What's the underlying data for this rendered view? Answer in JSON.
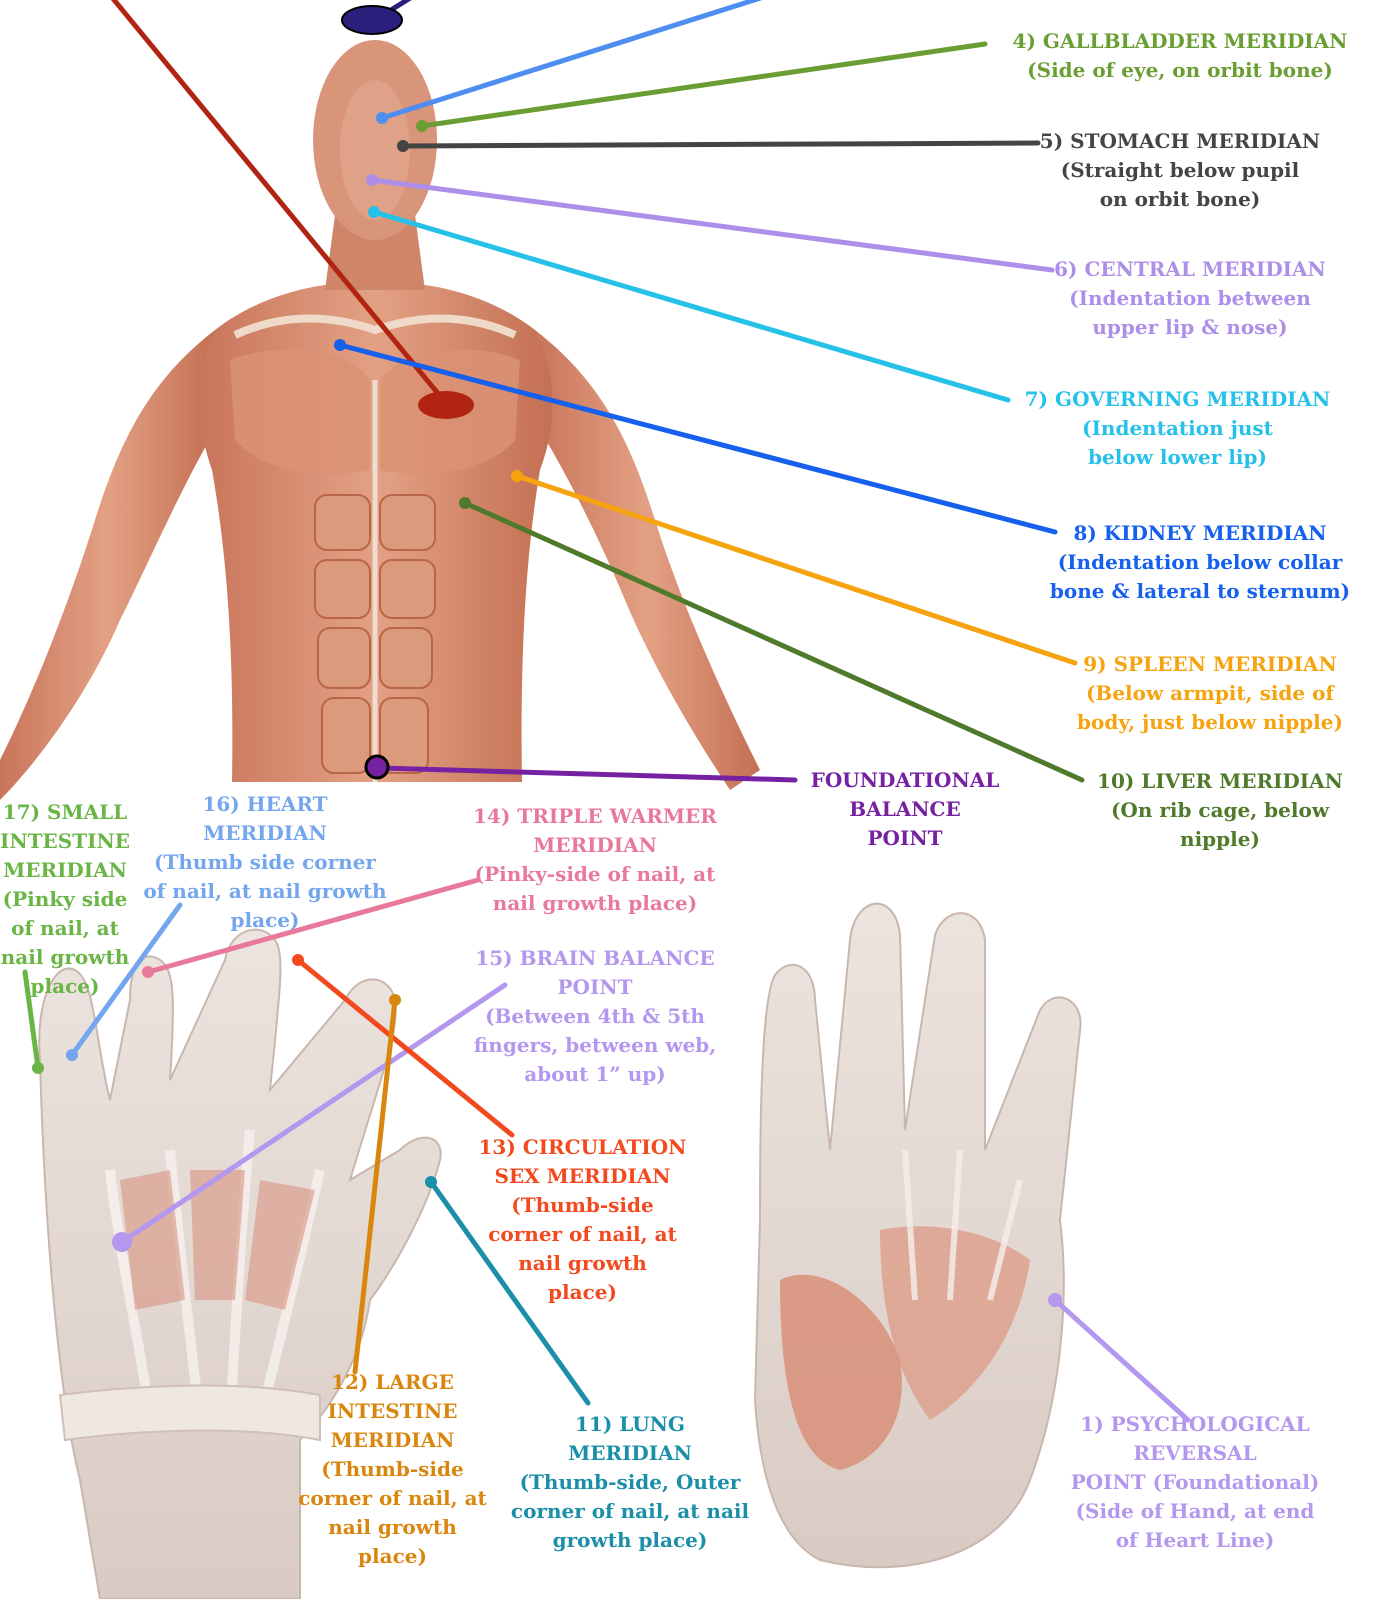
{
  "colors": {
    "skin": "#e9c9b4",
    "muscle": "#d98e6e",
    "muscle_dark": "#b8664a",
    "hand_skin": "#e6dcd6",
    "hand_muscle": "#d89a88"
  },
  "annotations": [
    {
      "id": "top-crown",
      "color": "#2a1f7a",
      "lines": []
    },
    {
      "id": "top-red",
      "color": "#b22412",
      "lines": []
    },
    {
      "id": "top-blue",
      "color": "#4d8ef0",
      "lines": []
    },
    {
      "id": "gallbladder",
      "color": "#6a9e33",
      "lines": [
        "4) GALLBLADDER MERIDIAN",
        "(Side of eye, on orbit bone)"
      ]
    },
    {
      "id": "stomach",
      "color": "#444444",
      "lines": [
        "5) STOMACH MERIDIAN",
        "(Straight below pupil",
        "on orbit bone)"
      ]
    },
    {
      "id": "central",
      "color": "#ad8fe9",
      "lines": [
        "6) CENTRAL MERIDIAN",
        "(Indentation between",
        "upper lip & nose)"
      ]
    },
    {
      "id": "governing",
      "color": "#25c1e8",
      "lines": [
        "7) GOVERNING MERIDIAN",
        "(Indentation just",
        "below lower lip)"
      ]
    },
    {
      "id": "kidney",
      "color": "#1560ec",
      "lines": [
        "8) KIDNEY MERIDIAN",
        "(Indentation below collar",
        "bone & lateral to sternum)"
      ]
    },
    {
      "id": "spleen",
      "color": "#f6a310",
      "lines": [
        "9) SPLEEN MERIDIAN",
        "(Below armpit, side of",
        "body, just below nipple)"
      ]
    },
    {
      "id": "liver",
      "color": "#4f7a2b",
      "lines": [
        "10) LIVER MERIDIAN",
        "(On rib cage, below",
        "nipple)"
      ]
    },
    {
      "id": "foundational",
      "color": "#7521a2",
      "lines": [
        "FOUNDATIONAL",
        "BALANCE",
        "POINT"
      ]
    },
    {
      "id": "small-intestine",
      "color": "#6ab545",
      "lines": [
        "17) SMALL",
        "INTESTINE",
        "MERIDIAN",
        "(Pinky side",
        "of nail, at",
        "nail growth",
        "place)"
      ]
    },
    {
      "id": "heart",
      "color": "#74a6ee",
      "lines": [
        "16) HEART",
        "MERIDIAN",
        "(Thumb side corner",
        "of nail, at nail growth",
        "place)"
      ]
    },
    {
      "id": "triple-warmer",
      "color": "#e9799a",
      "lines": [
        "14) TRIPLE WARMER",
        "MERIDIAN",
        "(Pinky-side of nail, at",
        "nail growth place)"
      ]
    },
    {
      "id": "brain-balance",
      "color": "#b497ee",
      "lines": [
        "15) BRAIN BALANCE",
        "POINT",
        "(Between 4th & 5th",
        "fingers, between web,",
        "about 1” up)"
      ]
    },
    {
      "id": "circulation-sex",
      "color": "#f24a1e",
      "lines": [
        "13) CIRCULATION",
        "SEX MERIDIAN",
        "(Thumb-side",
        "corner of nail, at",
        "nail growth",
        "place)"
      ]
    },
    {
      "id": "large-intestine",
      "color": "#d9860e",
      "lines": [
        "12) LARGE",
        "INTESTINE",
        "MERIDIAN",
        "(Thumb-side",
        "corner of nail, at",
        "nail growth",
        "place)"
      ]
    },
    {
      "id": "lung",
      "color": "#1b8fa8",
      "lines": [
        "11) LUNG",
        "MERIDIAN",
        "(Thumb-side, Outer",
        "corner of nail, at nail",
        "growth place)"
      ]
    },
    {
      "id": "psych-reversal",
      "color": "#b497ee",
      "lines": [
        "1)  PSYCHOLOGICAL",
        "REVERSAL",
        "POINT (Foundational)",
        "(Side of Hand, at end",
        "of Heart Line)"
      ]
    }
  ]
}
